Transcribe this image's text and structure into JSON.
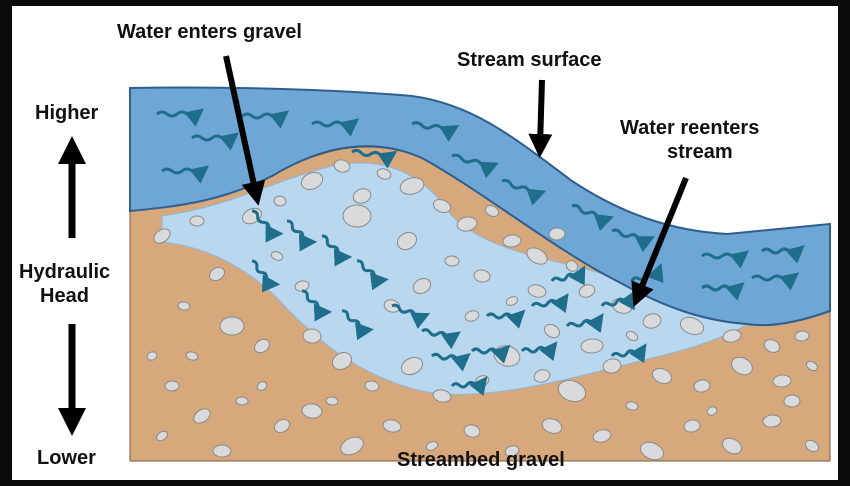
{
  "labels": {
    "water_enters": "Water enters gravel",
    "stream_surface": "Stream surface",
    "water_reenters_1": "Water reenters",
    "water_reenters_2": "stream",
    "higher": "Higher",
    "hydraulic": "Hydraulic",
    "head": "Head",
    "lower": "Lower",
    "streambed": "Streambed gravel"
  },
  "colors": {
    "background": "#0b0b0b",
    "panel": "#ffffff",
    "sediment": "#d7a87b",
    "stream": "#6ea6d6",
    "stream_outline": "#2f5f8f",
    "hyporheic_flow": "#b9d7ee",
    "flow_arrow": "#1e6e8c",
    "pebble": "#d9dadb",
    "pebble_outline": "#8a8a8a",
    "pointer_arrow": "#000000"
  },
  "icons": {
    "flow": "wavy-arrow-icon",
    "pebble": "pebble-icon",
    "pointer": "arrow-icon"
  }
}
